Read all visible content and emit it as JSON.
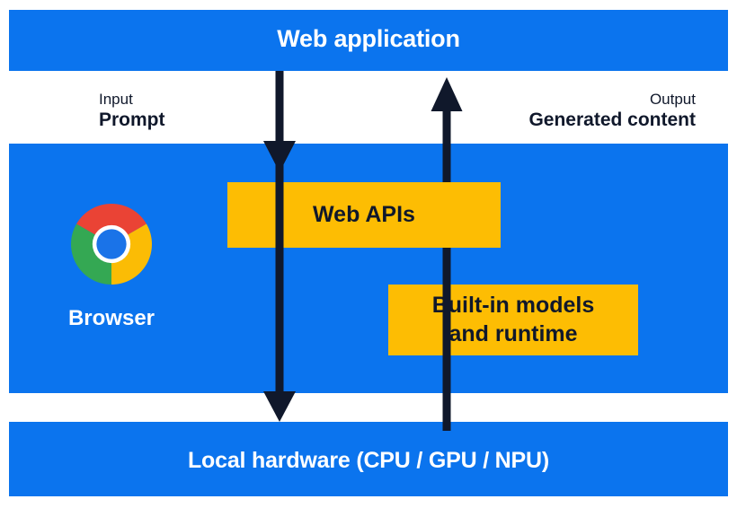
{
  "diagram": {
    "title": "Web application",
    "bands": {
      "top_label": "Web application",
      "middle_label": "Browser",
      "bottom_label": "Local hardware (CPU / GPU / NPU)"
    },
    "colors": {
      "band_blue": "#0B74EE",
      "box_yellow": "#FDBD03",
      "arrow_navy": "#10182B",
      "text_on_blue": "#FFFFFF",
      "text_on_yellow": "#10182B",
      "chrome_red": "#EA4335",
      "chrome_yellow": "#FBBC05",
      "chrome_green": "#34A853",
      "chrome_blue": "#1A73E8"
    },
    "flow": {
      "input": {
        "kicker": "Input",
        "value": "Prompt"
      },
      "output": {
        "kicker": "Output",
        "value": "Generated content"
      }
    },
    "browser": {
      "logo_name": "chrome-logo",
      "label": "Browser"
    },
    "boxes": [
      {
        "id": "web-apis",
        "lines": [
          "Web APIs"
        ]
      },
      {
        "id": "built-in-models",
        "lines": [
          "Built-in models",
          "and runtime"
        ]
      }
    ],
    "arrows": [
      {
        "name": "input-arrow-down",
        "direction": "down",
        "from": "Web application",
        "to": "Local hardware (CPU / GPU / NPU)"
      },
      {
        "name": "output-arrow-up",
        "direction": "up",
        "from": "Local hardware (CPU / GPU / NPU)",
        "to": "Web application"
      }
    ],
    "hardware": {
      "label": "Local hardware (CPU / GPU / NPU)"
    }
  }
}
